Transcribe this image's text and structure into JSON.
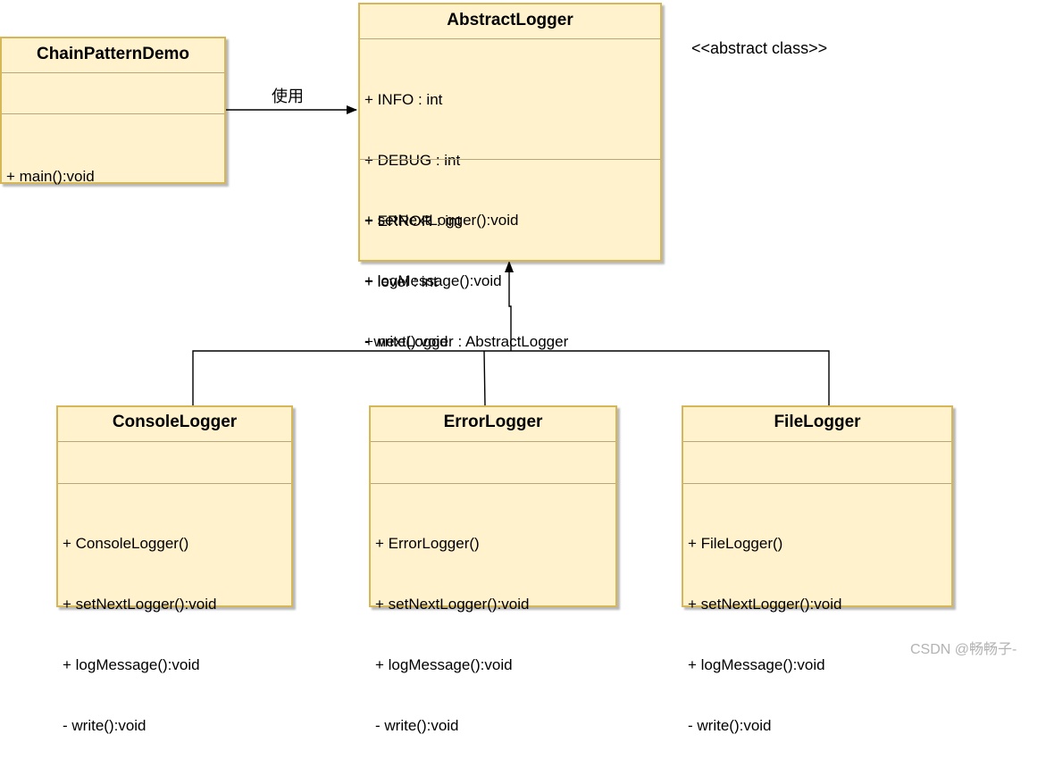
{
  "classes": {
    "chain_pattern_demo": {
      "name": "ChainPatternDemo",
      "attributes": [],
      "methods": [
        "+ main():void"
      ]
    },
    "abstract_logger": {
      "name": "AbstractLogger",
      "attributes": [
        "+ INFO : int",
        "+ DEBUG : int",
        "+ ERROR : int",
        "+ level : int",
        "+ nextLogger : AbstractLogger"
      ],
      "methods": [
        "+ setNextLogger():void",
        "+ logMessage():void",
        "- write():void"
      ]
    },
    "console_logger": {
      "name": "ConsoleLogger",
      "attributes": [],
      "methods": [
        "+ ConsoleLogger()",
        "+ setNextLogger():void",
        "+ logMessage():void",
        "- write():void"
      ]
    },
    "error_logger": {
      "name": "ErrorLogger",
      "attributes": [],
      "methods": [
        "+ ErrorLogger()",
        "+ setNextLogger():void",
        "+ logMessage():void",
        "- write():void"
      ]
    },
    "file_logger": {
      "name": "FileLogger",
      "attributes": [],
      "methods": [
        "+ FileLogger()",
        "+ setNextLogger():void",
        "+ logMessage():void",
        "- write():void"
      ]
    }
  },
  "relations": {
    "uses_label": "使用"
  },
  "stereotype": "<<abstract class>>",
  "watermark": "CSDN @畅畅子-",
  "colors": {
    "class_fill": "#fff2cc",
    "class_border": "#d6b656",
    "line": "#000000"
  }
}
